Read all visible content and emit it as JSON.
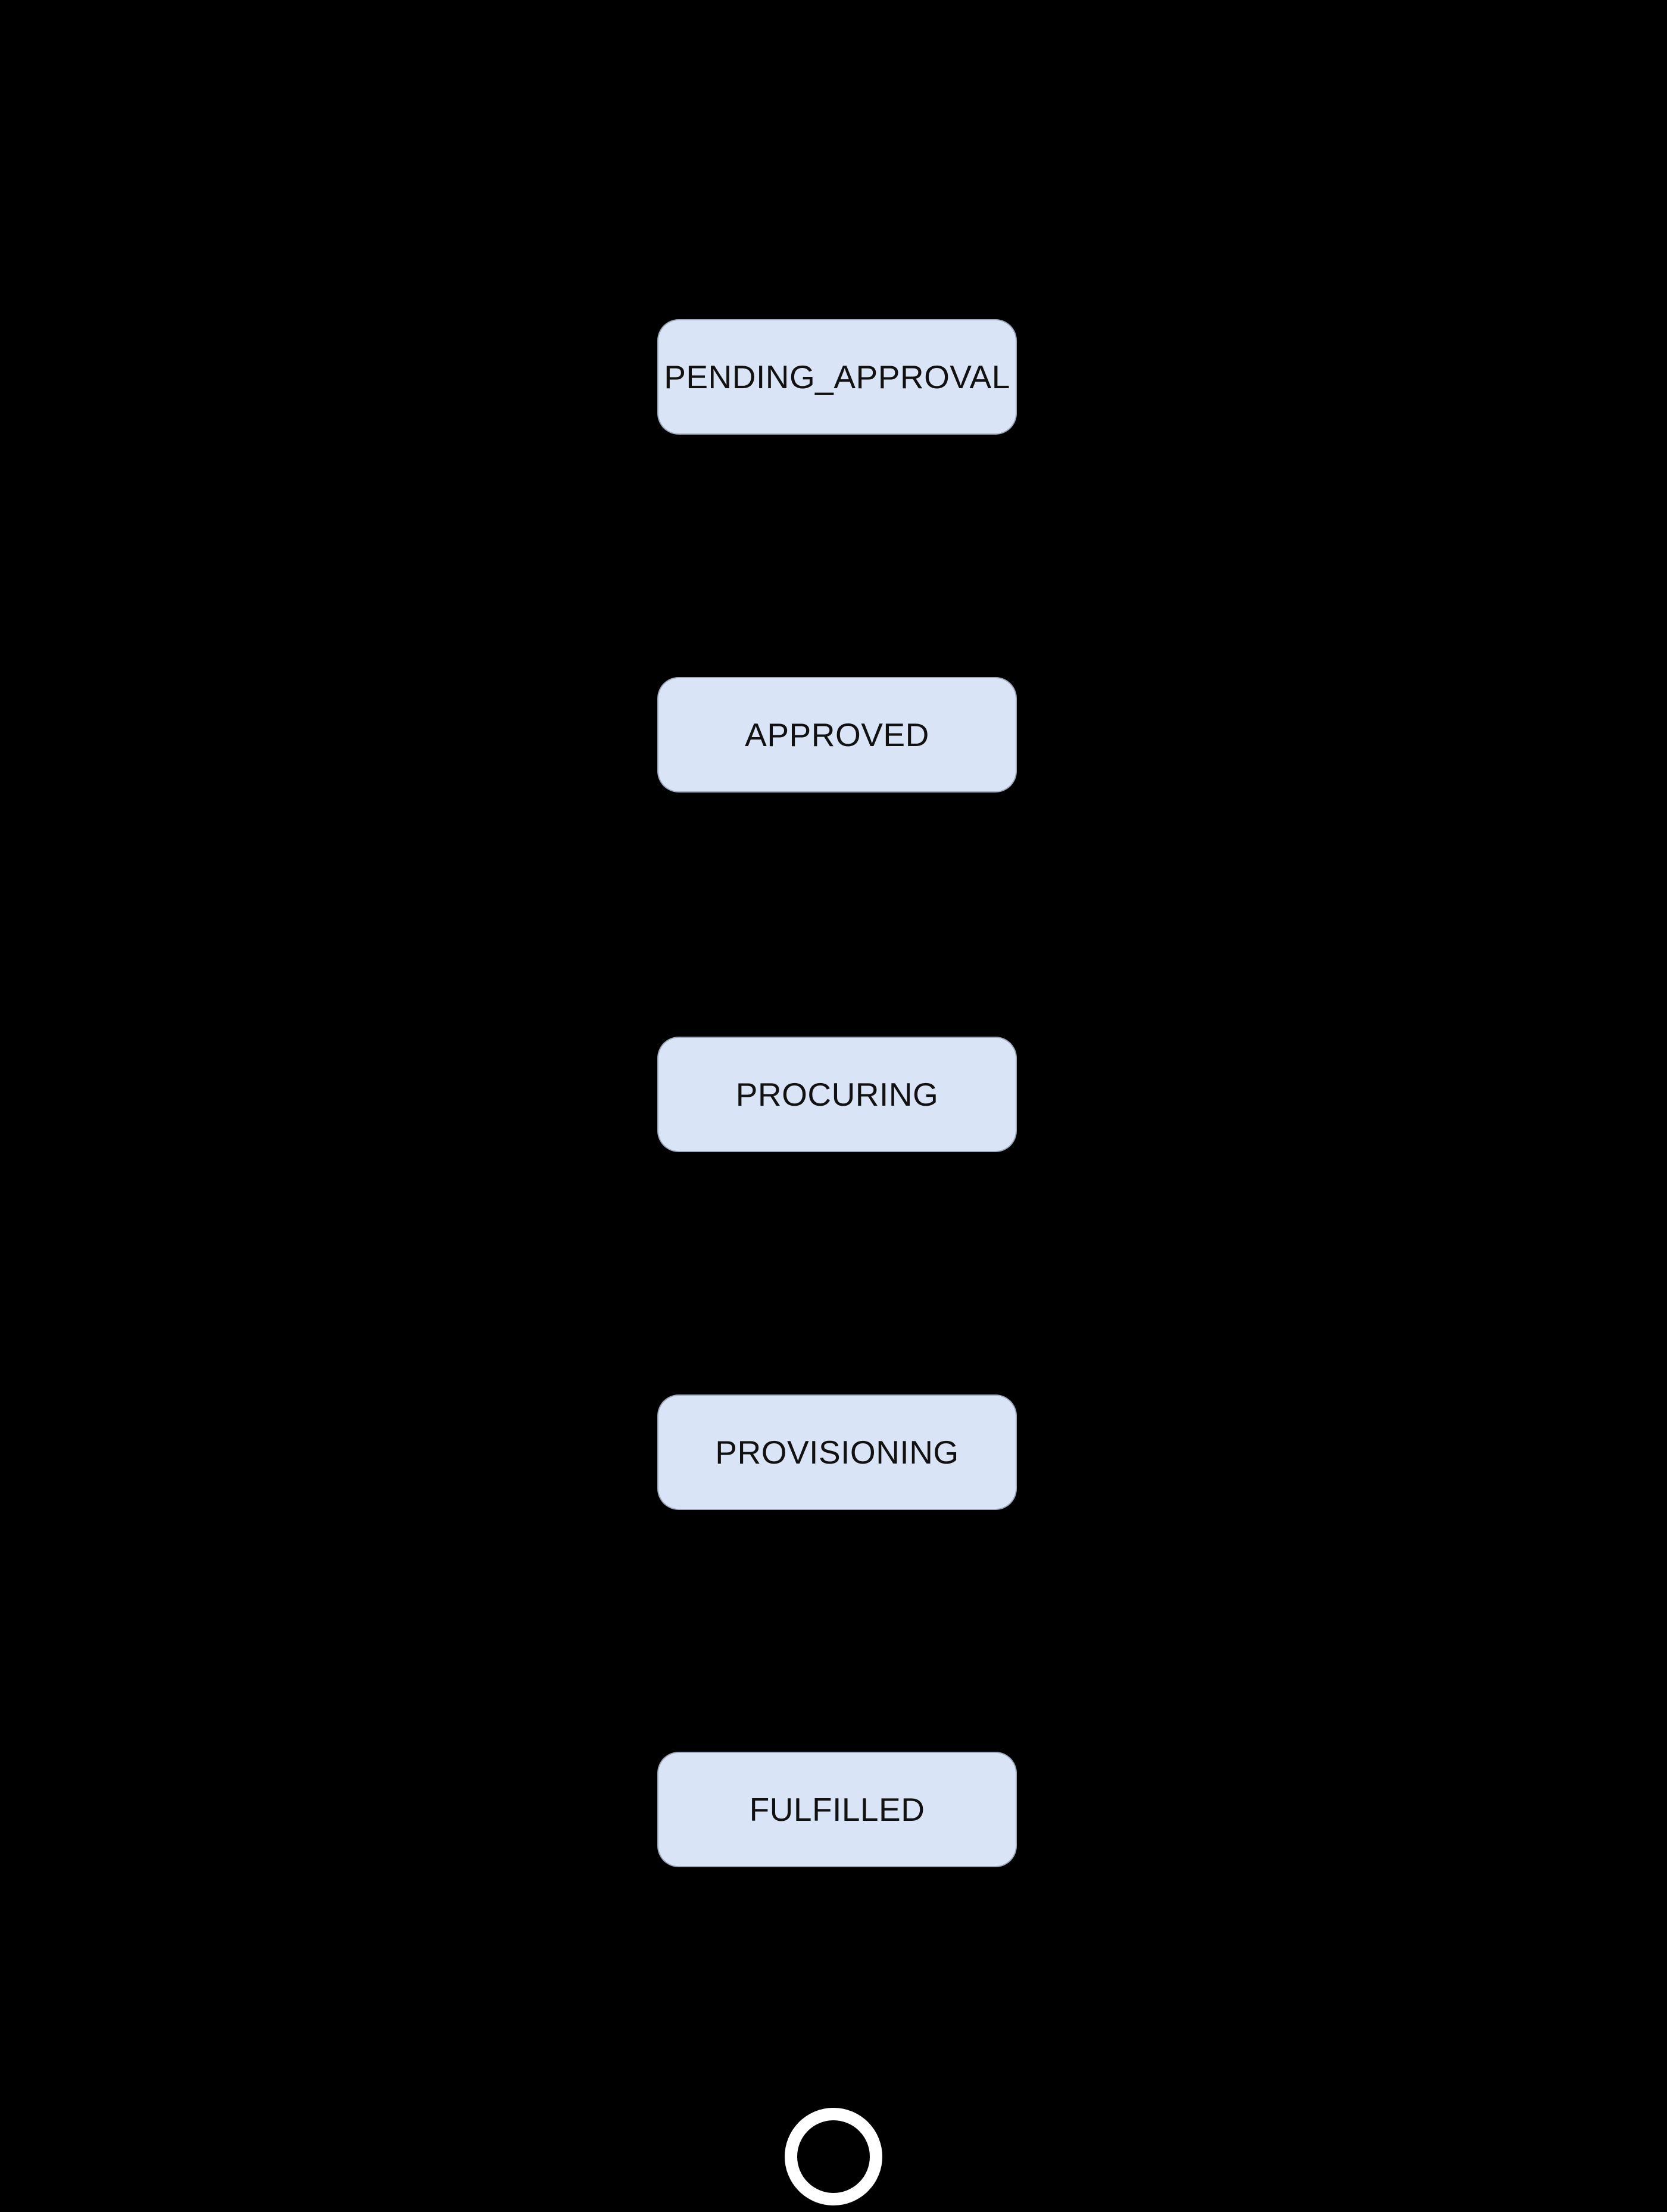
{
  "diagram": {
    "type": "state-flow",
    "background_color": "#000000",
    "node_fill_color": "#d9e4f7",
    "node_text_color": "#111111",
    "end_marker_color": "#ffffff",
    "nodes": [
      {
        "label": "PENDING_APPROVAL"
      },
      {
        "label": "APPROVED"
      },
      {
        "label": "PROCURING"
      },
      {
        "label": "PROVISIONING"
      },
      {
        "label": "FULFILLED"
      }
    ],
    "end_marker": "end-state-ring"
  }
}
